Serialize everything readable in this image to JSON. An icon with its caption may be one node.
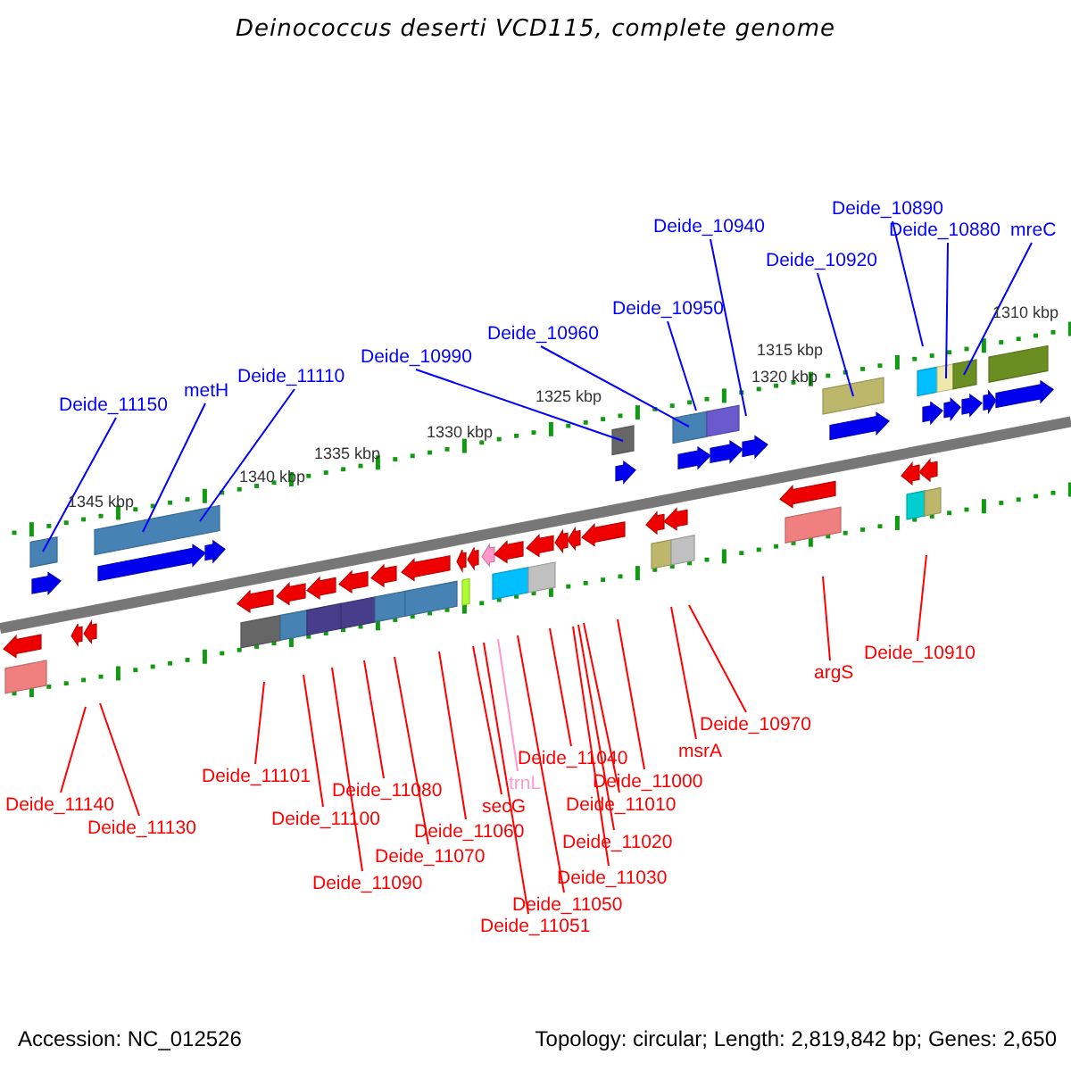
{
  "diagram": {
    "title": "Deinococcus deserti VCD115, complete genome",
    "nodes": [
      {
        "text": [
          "Deide_11150"
        ]
      },
      {
        "text": [
          "metH"
        ]
      },
      {
        "text": [
          "Deide_11110"
        ]
      },
      {
        "text": [
          "Deide_10990"
        ]
      },
      {
        "text": [
          "Deide_10960"
        ]
      },
      {
        "text": [
          "Deide_10950"
        ]
      },
      {
        "text": [
          "Deide_10940"
        ]
      },
      {
        "text": [
          "Deide_10920"
        ]
      },
      {
        "text": [
          "Deide_10890"
        ]
      },
      {
        "text": [
          "Deide_10880"
        ]
      },
      {
        "text": [
          "mreC"
        ]
      },
      {
        "text": [
          "Deide_11140"
        ]
      },
      {
        "text": [
          "Deide_11130"
        ]
      },
      {
        "text": [
          "Deide_11101"
        ]
      },
      {
        "text": [
          "Deide_11100"
        ]
      },
      {
        "text": [
          "Deide_11090"
        ]
      },
      {
        "text": [
          "Deide_11080"
        ]
      },
      {
        "text": [
          "Deide_11070"
        ]
      },
      {
        "text": [
          "Deide_11060"
        ]
      },
      {
        "text": [
          "secG"
        ]
      },
      {
        "text": [
          "trnL"
        ]
      },
      {
        "text": [
          "Deide_11051"
        ]
      },
      {
        "text": [
          "Deide_11050"
        ]
      },
      {
        "text": [
          "Deide_11040"
        ]
      },
      {
        "text": [
          "Deide_11030"
        ]
      },
      {
        "text": [
          "Deide_11020"
        ]
      },
      {
        "text": [
          "Deide_11010"
        ]
      },
      {
        "text": [
          "Deide_11000"
        ]
      },
      {
        "text": [
          "msrA"
        ]
      },
      {
        "text": [
          "Deide_10970"
        ]
      },
      {
        "text": [
          "argS"
        ]
      },
      {
        "text": [
          "Deide_10910"
        ]
      }
    ],
    "edges": [
      {
        "from": 0,
        "to": null,
        "arrow": "none",
        "color": "#0000ff"
      },
      {
        "from": 1,
        "to": null,
        "arrow": "none",
        "color": "#0000ff"
      },
      {
        "from": 2,
        "to": null,
        "arrow": "none",
        "color": "#0000ff"
      },
      {
        "from": 3,
        "to": null,
        "arrow": "none",
        "color": "#0000ff"
      },
      {
        "from": 4,
        "to": null,
        "arrow": "none",
        "color": "#0000ff"
      },
      {
        "from": 5,
        "to": null,
        "arrow": "none",
        "color": "#0000ff"
      },
      {
        "from": 6,
        "to": null,
        "arrow": "none",
        "color": "#0000ff"
      },
      {
        "from": 7,
        "to": null,
        "arrow": "none",
        "color": "#0000ff"
      },
      {
        "from": 8,
        "to": null,
        "arrow": "none",
        "color": "#0000ff"
      },
      {
        "from": 9,
        "to": null,
        "arrow": "none",
        "color": "#0000ff"
      },
      {
        "from": 10,
        "to": null,
        "arrow": "none",
        "color": "#0000ff"
      },
      {
        "from": 11,
        "to": null,
        "arrow": "none"
      },
      {
        "from": 12,
        "to": null,
        "arrow": "none"
      },
      {
        "from": 13,
        "to": null,
        "arrow": "none"
      },
      {
        "from": 14,
        "to": null,
        "arrow": "none"
      },
      {
        "from": 15,
        "to": null,
        "arrow": "none"
      },
      {
        "from": 16,
        "to": null,
        "arrow": "none"
      },
      {
        "from": 17,
        "to": null,
        "arrow": "none"
      },
      {
        "from": 18,
        "to": null,
        "arrow": "none"
      },
      {
        "from": 19,
        "to": null,
        "arrow": "none"
      },
      {
        "from": 20,
        "to": null,
        "arrow": "none",
        "color": "#ff99cc"
      },
      {
        "from": 21,
        "to": null,
        "arrow": "none"
      },
      {
        "from": 22,
        "to": null,
        "arrow": "none"
      },
      {
        "from": 23,
        "to": null,
        "arrow": "none"
      },
      {
        "from": 24,
        "to": null,
        "arrow": "none"
      },
      {
        "from": 25,
        "to": null,
        "arrow": "none"
      },
      {
        "from": 26,
        "to": null,
        "arrow": "none"
      },
      {
        "from": 27,
        "to": null,
        "arrow": "none"
      },
      {
        "from": 28,
        "to": null,
        "arrow": "none"
      },
      {
        "from": 29,
        "to": null,
        "arrow": "none"
      },
      {
        "from": 30,
        "to": null,
        "arrow": "none"
      },
      {
        "from": 31,
        "to": null,
        "arrow": "none"
      }
    ],
    "labels": [
      "1345 kbp",
      "1340 kbp",
      "1335 kbp",
      "1330 kbp",
      "1325 kbp",
      "1320 kbp",
      "1315 kbp",
      "1310 kbp",
      "Accession: NC_012526",
      "Topology: circular; Length: 2,819,842 bp; Genes: 2,650"
    ]
  }
}
